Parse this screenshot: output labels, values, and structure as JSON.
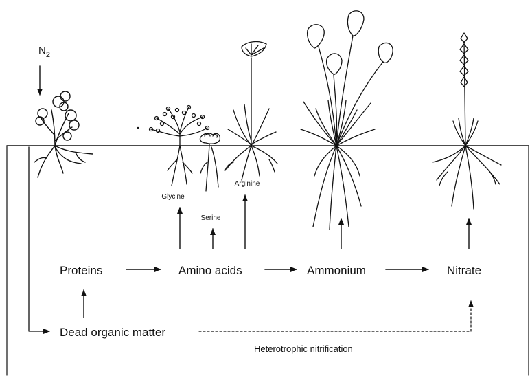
{
  "diagram": {
    "input": {
      "element": "N",
      "subscript": "2"
    },
    "pool_labels": {
      "proteins": "Proteins",
      "amino_acids": "Amino acids",
      "ammonium": "Ammonium",
      "nitrate": "Nitrate",
      "dead_organic_matter": "Dead organic matter"
    },
    "amino_acid_labels": {
      "glycine": "Glycine",
      "serine": "Serine",
      "arginine": "Arginine"
    },
    "pathway_labels": {
      "heterotrophic_nitrification": "Heterotrophic nitrification"
    },
    "colors": {
      "ink": "#111111",
      "background": "#ffffff"
    }
  }
}
